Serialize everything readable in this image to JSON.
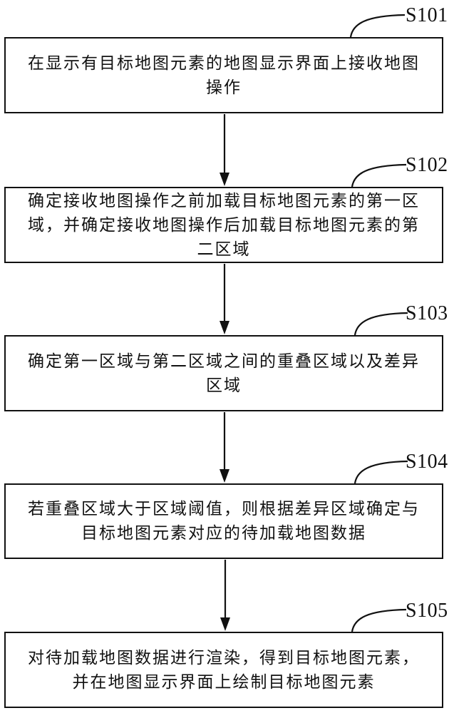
{
  "figure": {
    "background_color": "#ffffff",
    "ink_color": "#111111",
    "type": "flowchart",
    "steps": [
      {
        "label": "S101",
        "text": "在显示有目标地图元素的地图显示界面上接收地图操作",
        "lines": [
          "在显示有目标地图元素的地图显示界面上接收地图",
          "操作"
        ]
      },
      {
        "label": "S102",
        "text": "确定接收地图操作之前加载目标地图元素的第一区域，并确定接收地图操作后加载目标地图元素的第二区域",
        "lines": [
          "确定接收地图操作之前加载目标地图元素的第一区",
          "域，并确定接收地图操作后加载目标地图元素的第",
          "二区域"
        ]
      },
      {
        "label": "S103",
        "text": "确定第一区域与第二区域之间的重叠区域以及差异区域",
        "lines": [
          "确定第一区域与第二区域之间的重叠区域以及差异",
          "区域"
        ]
      },
      {
        "label": "S104",
        "text": "若重叠区域大于区域阈值，则根据差异区域确定与目标地图元素对应的待加载地图数据",
        "lines": [
          "若重叠区域大于区域阈值，则根据差异区域确定与",
          "目标地图元素对应的待加载地图数据"
        ]
      },
      {
        "label": "S105",
        "text": "对待加载地图数据进行渲染，得到目标地图元素，并在地图显示界面上绘制目标地图元素",
        "lines": [
          "对待加载地图数据进行渲染，得到目标地图元素，",
          "并在地图显示界面上绘制目标地图元素"
        ]
      }
    ]
  }
}
